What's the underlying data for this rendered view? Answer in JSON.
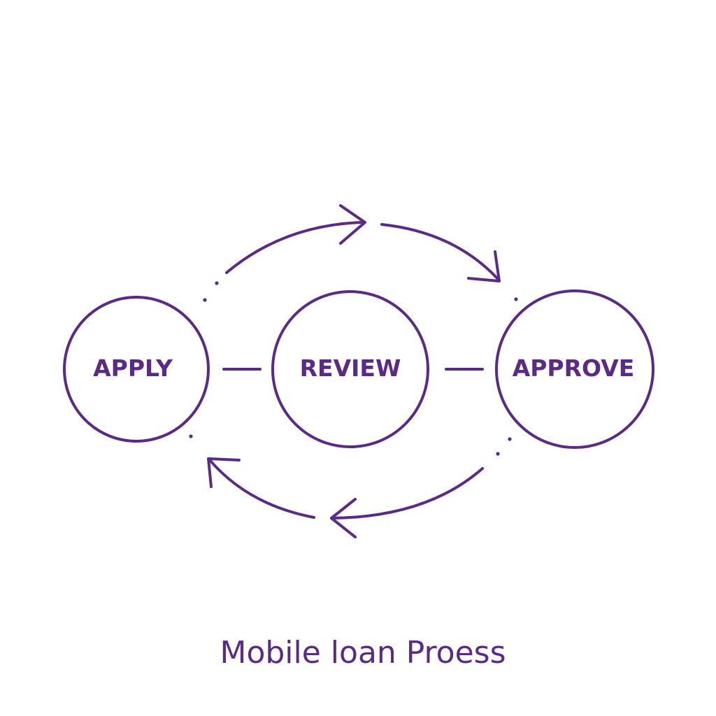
{
  "diagram": {
    "accent_color": "#5a2a86",
    "background_color": "#ffffff",
    "nodes": [
      {
        "label": "APPLY"
      },
      {
        "label": "REVIEW"
      },
      {
        "label": "APPROVE"
      }
    ],
    "caption": "Mobile loan Proess"
  }
}
